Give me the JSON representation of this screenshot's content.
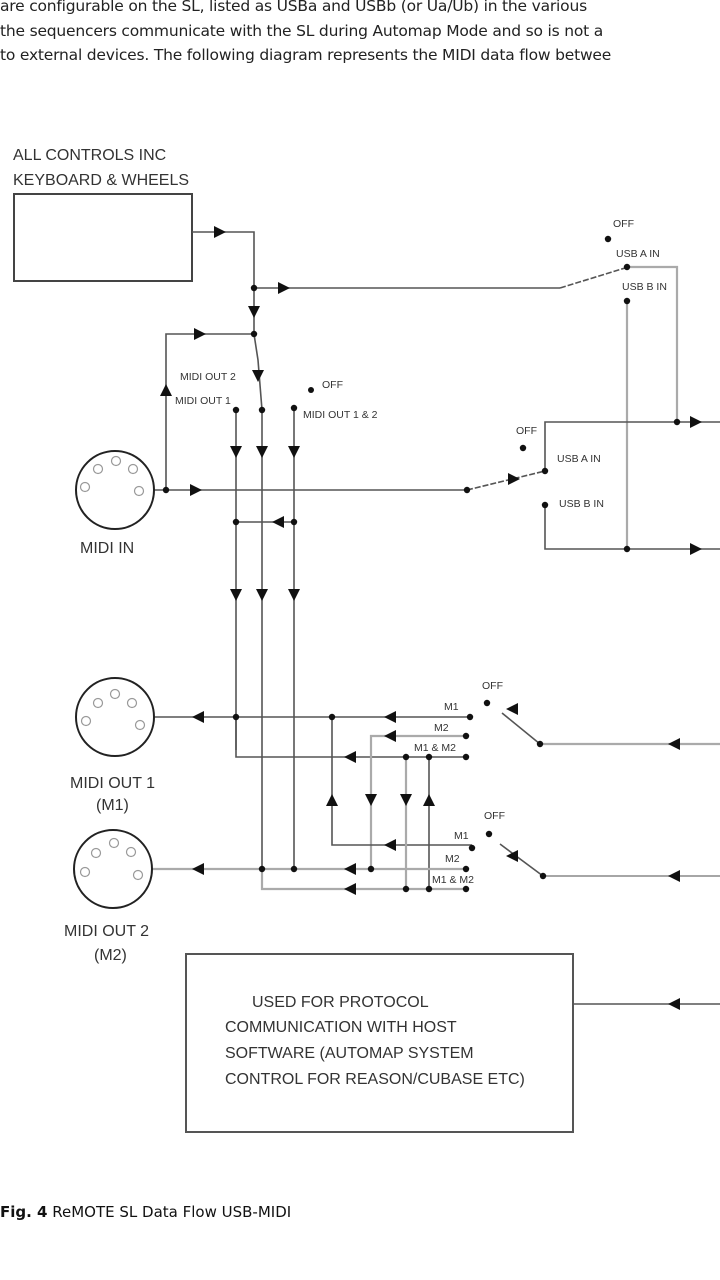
{
  "intro_text": {
    "lines": [
      "are configurable on the SL, listed as USBa and USBb (or Ua/Ub) in the various",
      "the sequencers communicate with the SL during Automap Mode and so is not a",
      "to external devices. The following diagram represents the MIDI data flow betwee"
    ]
  },
  "diagram": {
    "controls_block": {
      "label_line1": "ALL CONTROLS  INC",
      "label_line2": "KEYBOARD  & WHEELS"
    },
    "switch_top": {
      "off": "OFF",
      "usb_a_in": "USB A  IN",
      "usb_b_in": "USB B IN"
    },
    "switch_midi_out": {
      "midi_out_2": "MIDI OUT 2",
      "midi_out_1": "MIDI OUT 1",
      "off": "OFF",
      "midi_out_1_2": "MIDI OUT 1 & 2"
    },
    "switch_midi_in": {
      "off": "OFF",
      "usb_a_in": "USB A  IN",
      "usb_b_in": "USB B IN"
    },
    "midi_in": {
      "label": "MIDI IN"
    },
    "midi_out_1": {
      "label": "MIDI OUT 1",
      "sub": "(M1)"
    },
    "midi_out_2": {
      "label": "MIDI OUT 2",
      "sub": "(M2)"
    },
    "switch_out1": {
      "off": "OFF",
      "m1": "M1",
      "m2": "M2",
      "m1m2": "M1 & M2"
    },
    "switch_out2": {
      "off": "OFF",
      "m1": "M1",
      "m2": "M2",
      "m1m2": "M1 & M2"
    },
    "protocol_block": {
      "line1": "USED FOR  PROTOCOL",
      "line2": "COMMUNICATION WITH HOST",
      "line3": "SOFTWARE (AUTOMAP SYSTEM",
      "line4": "CONTROL FOR REASON/CUBASE ETC)"
    }
  },
  "caption": {
    "fig": "Fig. 4",
    "text": "ReMOTE SL Data Flow USB-MIDI"
  }
}
